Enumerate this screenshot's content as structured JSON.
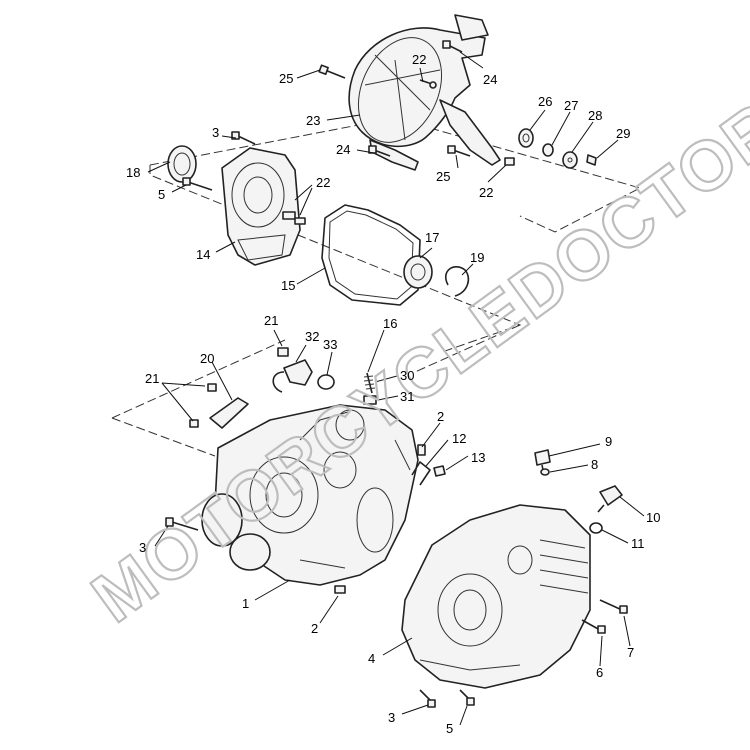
{
  "watermark": "MOTORCYCLEDOCTOR",
  "callouts": [
    {
      "id": "c25a",
      "text": "25"
    },
    {
      "id": "c22a",
      "text": "22"
    },
    {
      "id": "c24a",
      "text": "24"
    },
    {
      "id": "c23",
      "text": "23"
    },
    {
      "id": "c26",
      "text": "26"
    },
    {
      "id": "c27",
      "text": "27"
    },
    {
      "id": "c28",
      "text": "28"
    },
    {
      "id": "c29",
      "text": "29"
    },
    {
      "id": "c24b",
      "text": "24"
    },
    {
      "id": "c25b",
      "text": "25"
    },
    {
      "id": "c22b",
      "text": "22"
    },
    {
      "id": "c3a",
      "text": "3"
    },
    {
      "id": "c18",
      "text": "18"
    },
    {
      "id": "c5a",
      "text": "5"
    },
    {
      "id": "c22c",
      "text": "22"
    },
    {
      "id": "c14",
      "text": "14"
    },
    {
      "id": "c17",
      "text": "17"
    },
    {
      "id": "c19",
      "text": "19"
    },
    {
      "id": "c15",
      "text": "15"
    },
    {
      "id": "c21a",
      "text": "21"
    },
    {
      "id": "c32",
      "text": "32"
    },
    {
      "id": "c16",
      "text": "16"
    },
    {
      "id": "c33",
      "text": "33"
    },
    {
      "id": "c20",
      "text": "20"
    },
    {
      "id": "c21b",
      "text": "21"
    },
    {
      "id": "c30",
      "text": "30"
    },
    {
      "id": "c31",
      "text": "31"
    },
    {
      "id": "c2a",
      "text": "2"
    },
    {
      "id": "c12",
      "text": "12"
    },
    {
      "id": "c13",
      "text": "13"
    },
    {
      "id": "c9",
      "text": "9"
    },
    {
      "id": "c8",
      "text": "8"
    },
    {
      "id": "c10",
      "text": "10"
    },
    {
      "id": "c11",
      "text": "11"
    },
    {
      "id": "c3b",
      "text": "3"
    },
    {
      "id": "c1",
      "text": "1"
    },
    {
      "id": "c2b",
      "text": "2"
    },
    {
      "id": "c4",
      "text": "4"
    },
    {
      "id": "c6",
      "text": "6"
    },
    {
      "id": "c7",
      "text": "7"
    },
    {
      "id": "c3c",
      "text": "3"
    },
    {
      "id": "c5b",
      "text": "5"
    }
  ]
}
